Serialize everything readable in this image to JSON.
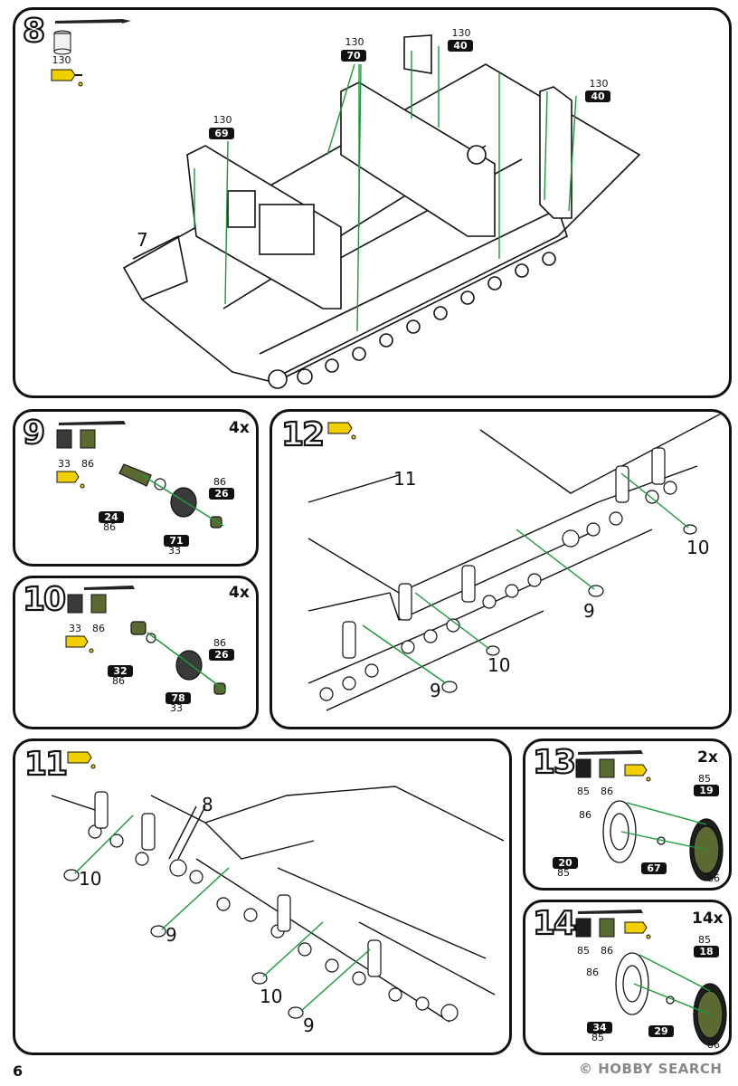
{
  "page_number": "6",
  "watermark": "© HOBBY SEARCH",
  "steps": {
    "s8": {
      "number": "8",
      "paint": [
        "130"
      ],
      "callout": "7",
      "parts": [
        {
          "paint": "130",
          "part": "70"
        },
        {
          "paint": "130",
          "part": "40"
        },
        {
          "paint": "130",
          "part": "40"
        },
        {
          "paint": "130",
          "part": "69"
        }
      ]
    },
    "s9": {
      "number": "9",
      "multiplier": "4x",
      "paints": [
        "33",
        "86"
      ],
      "parts": [
        {
          "paint": "86",
          "part": "26"
        },
        {
          "paint": "86",
          "part": "24"
        },
        {
          "paint": "33",
          "part": "71"
        }
      ]
    },
    "s10": {
      "number": "10",
      "multiplier": "4x",
      "paints": [
        "33",
        "86"
      ],
      "parts": [
        {
          "paint": "86",
          "part": "26"
        },
        {
          "paint": "86",
          "part": "32"
        },
        {
          "paint": "33",
          "part": "78"
        }
      ]
    },
    "s12": {
      "number": "12",
      "callouts": [
        "11",
        "10",
        "9",
        "10",
        "9"
      ]
    },
    "s11": {
      "number": "11",
      "callouts": [
        "8",
        "10",
        "9",
        "10",
        "9"
      ]
    },
    "s13": {
      "number": "13",
      "multiplier": "2x",
      "paints": [
        "85",
        "86"
      ],
      "parts": [
        {
          "paint": "85",
          "part": "19"
        },
        {
          "paint": "86",
          "part": ""
        },
        {
          "paint": "85",
          "part": "20"
        },
        {
          "paint": "",
          "part": "67"
        },
        {
          "paint": "86",
          "part": ""
        }
      ]
    },
    "s14": {
      "number": "14",
      "multiplier": "14x",
      "paints": [
        "85",
        "86"
      ],
      "parts": [
        {
          "paint": "85",
          "part": "18"
        },
        {
          "paint": "86",
          "part": ""
        },
        {
          "paint": "85",
          "part": "34"
        },
        {
          "paint": "",
          "part": "29"
        },
        {
          "paint": "86",
          "part": ""
        }
      ]
    }
  },
  "icons": {
    "brush": "paintbrush-icon",
    "paint_jar": "paint-jar-icon",
    "glue": "glue-tube-icon"
  },
  "colors": {
    "arrow": "#1a9a3a",
    "glue": "#f2d000",
    "paint_33": "#3a3a3a",
    "paint_86": "#5a6a30",
    "paint_85": "#1e1e1e",
    "paint_130": "#f2f2f2"
  }
}
